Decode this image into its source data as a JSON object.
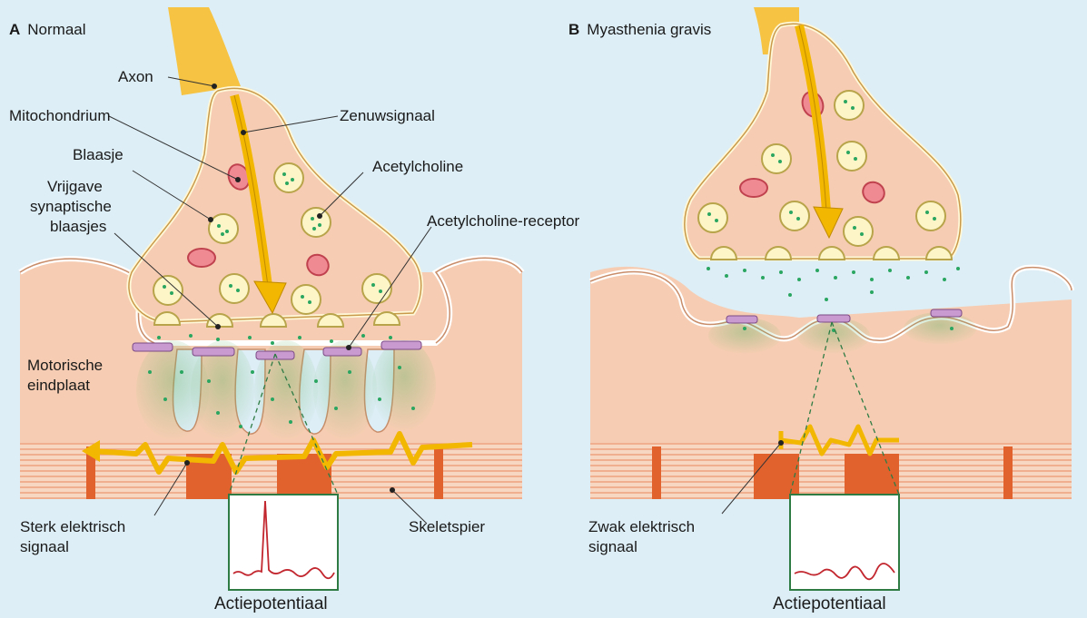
{
  "panel_a": {
    "letter": "A",
    "title": "Normaal",
    "labels": {
      "axon": "Axon",
      "mitochondrium": "Mitochondrium",
      "zenuwsignaal": "Zenuwsignaal",
      "blaasje": "Blaasje",
      "acetylcholine": "Acetylcholine",
      "vrijgave_1": "Vrijgave",
      "vrijgave_2": "synaptische",
      "vrijgave_3": "blaasjes",
      "receptor": "Acetylcholine-receptor",
      "eindplaat_1": "Motorische",
      "eindplaat_2": "eindplaat",
      "signaal_1": "Sterk elektrisch",
      "signaal_2": "signaal",
      "skeletspier": "Skeletspier",
      "actiepotentiaal": "Actiepotentiaal"
    }
  },
  "panel_b": {
    "letter": "B",
    "title": "Myasthenia gravis",
    "labels": {
      "signaal_1": "Zwak elektrisch",
      "signaal_2": "signaal",
      "actiepotentiaal": "Actiepotentiaal"
    }
  },
  "colors": {
    "background": "#ddeef6",
    "axon": "#f6c342",
    "terminal": "#f6cdb2",
    "muscle_band": "#e2622e",
    "muscle_stripe": "#f3b08f",
    "vesicle": "#fdf5c8",
    "mitochondrion": "#e96a7a",
    "acetylcholine": "#2aa661",
    "signal_trace": "#c2262e",
    "box_border": "#2e7b44",
    "receptor": "#b36ab8"
  }
}
